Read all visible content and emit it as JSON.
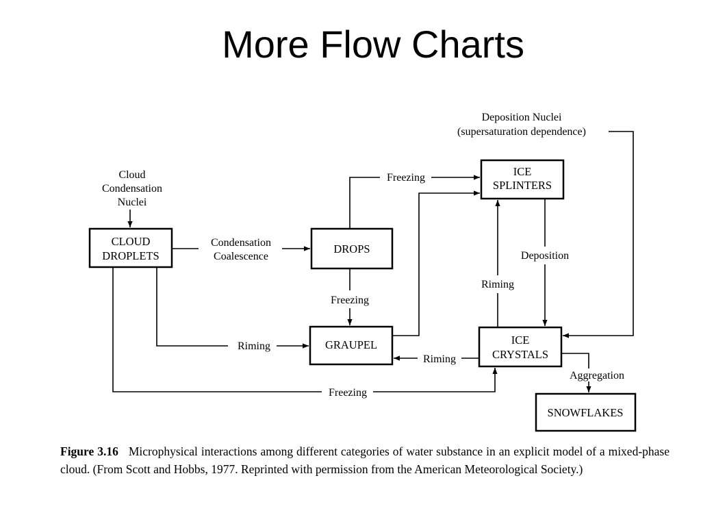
{
  "slide": {
    "title": "More Flow Charts"
  },
  "diagram": {
    "nodes": {
      "cloud_droplets": [
        "CLOUD",
        "DROPLETS"
      ],
      "drops": [
        "DROPS"
      ],
      "graupel": [
        "GRAUPEL"
      ],
      "ice_splinters": [
        "ICE",
        "SPLINTERS"
      ],
      "ice_crystals": [
        "ICE",
        "CRYSTALS"
      ],
      "snowflakes": [
        "SNOWFLAKES"
      ]
    },
    "sources": {
      "ccn": [
        "Cloud",
        "Condensation",
        "Nuclei"
      ],
      "deposition_nuclei": [
        "Deposition Nuclei",
        "(supersaturation dependence)"
      ]
    },
    "edge_labels": {
      "condensation": [
        "Condensation",
        "Coalescence"
      ],
      "freezing_top": "Freezing",
      "freezing_mid": "Freezing",
      "freezing_bottom": "Freezing",
      "riming_left": "Riming",
      "riming_right": "Riming",
      "riming_vertical": "Riming",
      "deposition": "Deposition",
      "aggregation": "Aggregation"
    }
  },
  "caption": {
    "figure_label": "Figure 3.16",
    "text": "Microphysical interactions among different categories of water substance in an explicit model of a mixed-phase cloud. (From Scott and Hobbs, 1977. Reprinted with permission from the American Meteorological Society.)"
  }
}
